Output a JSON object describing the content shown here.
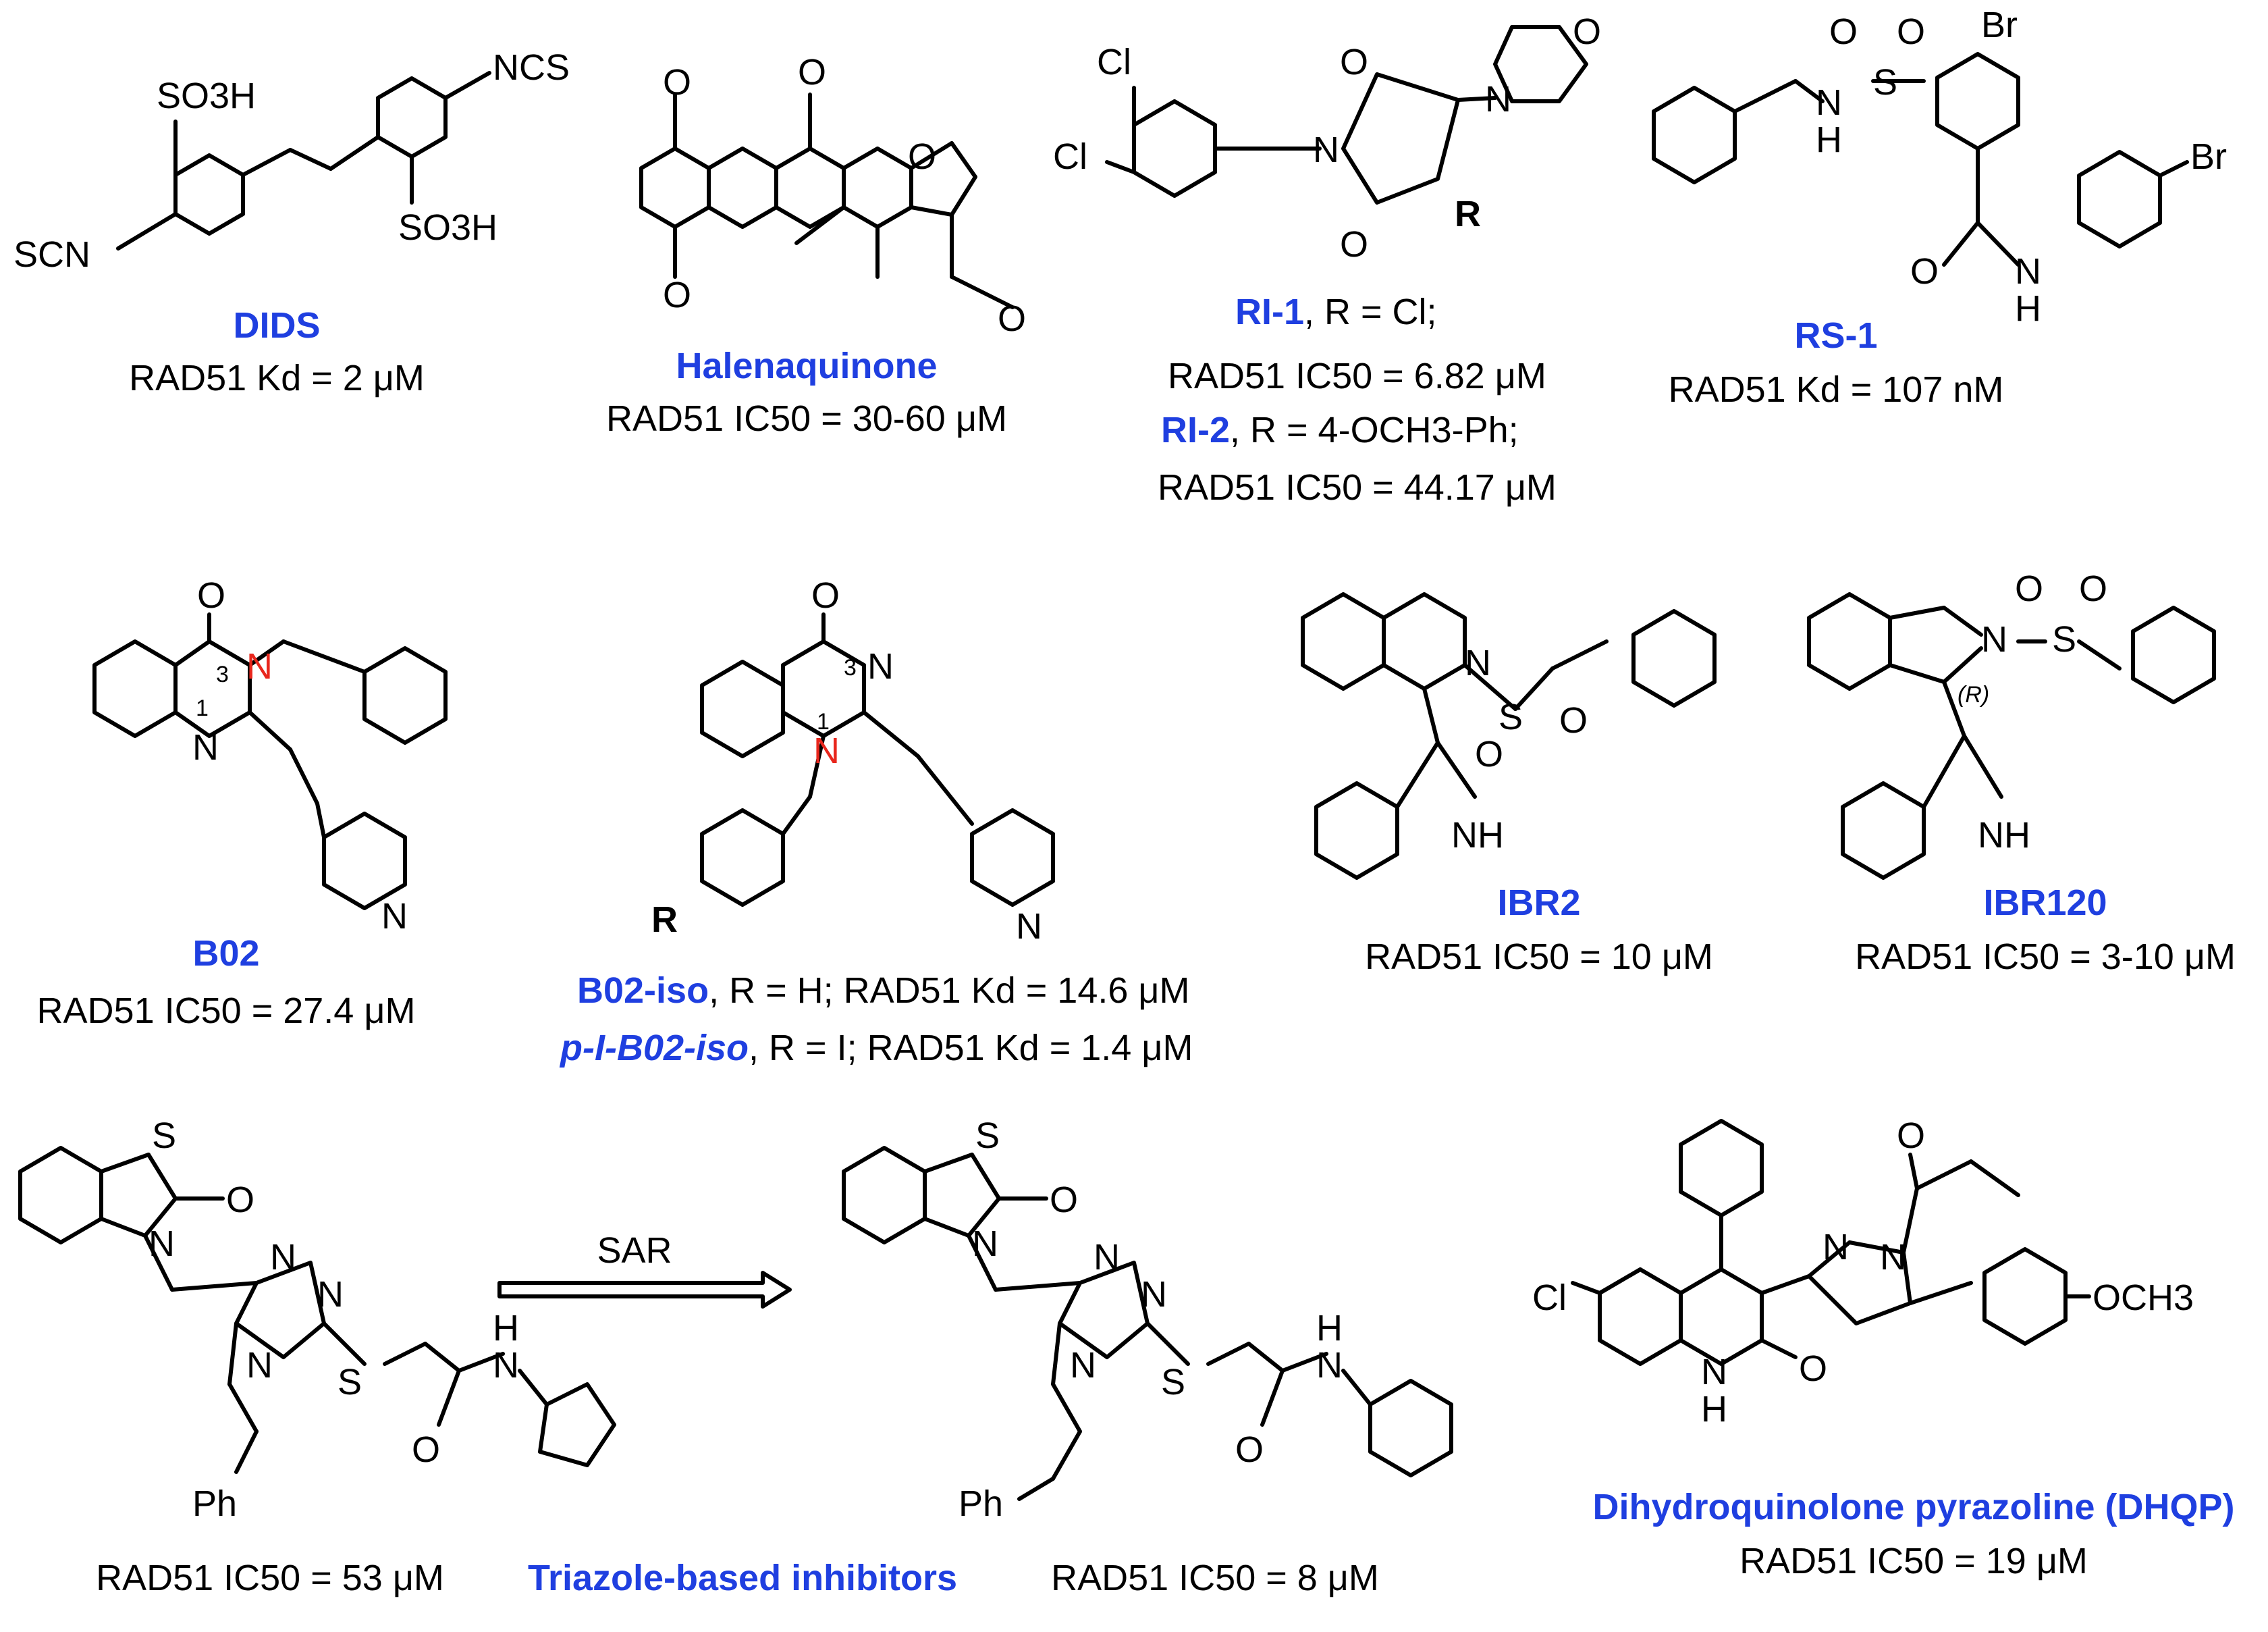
{
  "colors": {
    "name": "#1f3fe0",
    "highlight_atom": "#e8261c",
    "ink": "#000000"
  },
  "atoms": {
    "so3h": "SO3H",
    "ncs": "NCS",
    "scn": "SCN",
    "o": "O",
    "cl": "Cl",
    "r": "R",
    "n": "N",
    "nh": "NH",
    "h": "H",
    "s": "S",
    "br": "Br",
    "ph": "Ph",
    "och3": "OCH3",
    "num1": "1",
    "num3": "3",
    "stereo_r": "(R)"
  },
  "compounds": {
    "dids": {
      "name": "DIDS",
      "activity": "RAD51 Kd = 2 μM"
    },
    "halenaquinone": {
      "name": "Halenaquinone",
      "activity": "RAD51 IC50 = 30-60 μM"
    },
    "ri1": {
      "name": "RI-1",
      "suffix": ", R = Cl;",
      "activity": "RAD51 IC50 = 6.82 μM"
    },
    "ri2": {
      "name": "RI-2",
      "suffix": ", R = 4-OCH3-Ph;",
      "activity": "RAD51 IC50 = 44.17 μM"
    },
    "rs1": {
      "name": "RS-1",
      "activity": "RAD51 Kd = 107 nM"
    },
    "b02": {
      "name": "B02",
      "activity": "RAD51 IC50 = 27.4 μM"
    },
    "b02iso": {
      "name": "B02-iso",
      "suffix": ", R = H; RAD51 Kd = 14.6 μM"
    },
    "pib02iso": {
      "name": "p-I-B02-iso",
      "suffix": ", R = I; RAD51 Kd = 1.4 μM"
    },
    "ibr2": {
      "name": "IBR2",
      "activity": "RAD51 IC50 = 10 μM"
    },
    "ibr120": {
      "name": "IBR120",
      "activity": "RAD51 IC50 = 3-10 μM"
    },
    "triazole1": {
      "activity": "RAD51 IC50 = 53 μM"
    },
    "triazole2": {
      "activity": "RAD51 IC50 = 8 μM"
    },
    "triazole_group": {
      "name": "Triazole-based inhibitors"
    },
    "dhqp": {
      "name": "Dihydroquinolone pyrazoline (DHQP)",
      "activity": "RAD51 IC50 = 19 μM"
    }
  },
  "arrow": {
    "label": "SAR"
  }
}
